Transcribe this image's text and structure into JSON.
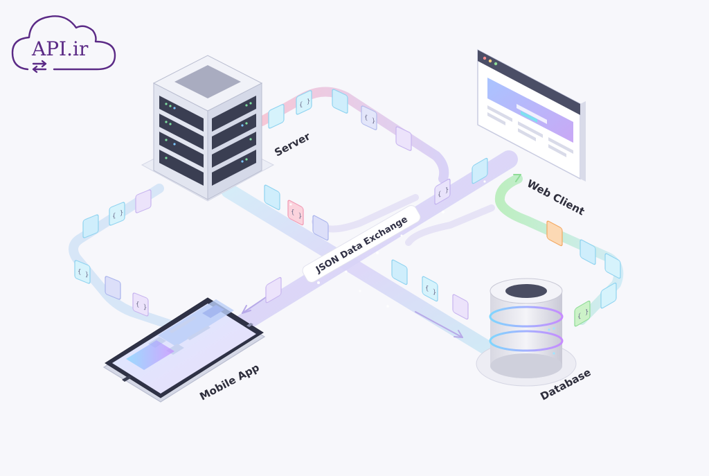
{
  "logo": {
    "text": "API.ir",
    "icon": "cloud-exchange-icon",
    "color": "#5b2a86"
  },
  "center_label": "JSON Data Exchange",
  "nodes": {
    "server": {
      "label": "Server",
      "icon": "server-rack-icon"
    },
    "web_client": {
      "label": "Web Client",
      "icon": "browser-window-icon"
    },
    "mobile_app": {
      "label": "Mobile App",
      "icon": "smartphone-icon"
    },
    "database": {
      "label": "Database",
      "icon": "database-cylinder-icon"
    }
  },
  "packet_glyph": "{ }",
  "colors": {
    "accent_purple": "#8b6fe0",
    "accent_blue": "#8fd3f0",
    "accent_pink": "#f4a7c0",
    "accent_green": "#9be39b",
    "accent_orange": "#f7b36a",
    "text_dark": "#2e2e3c"
  }
}
